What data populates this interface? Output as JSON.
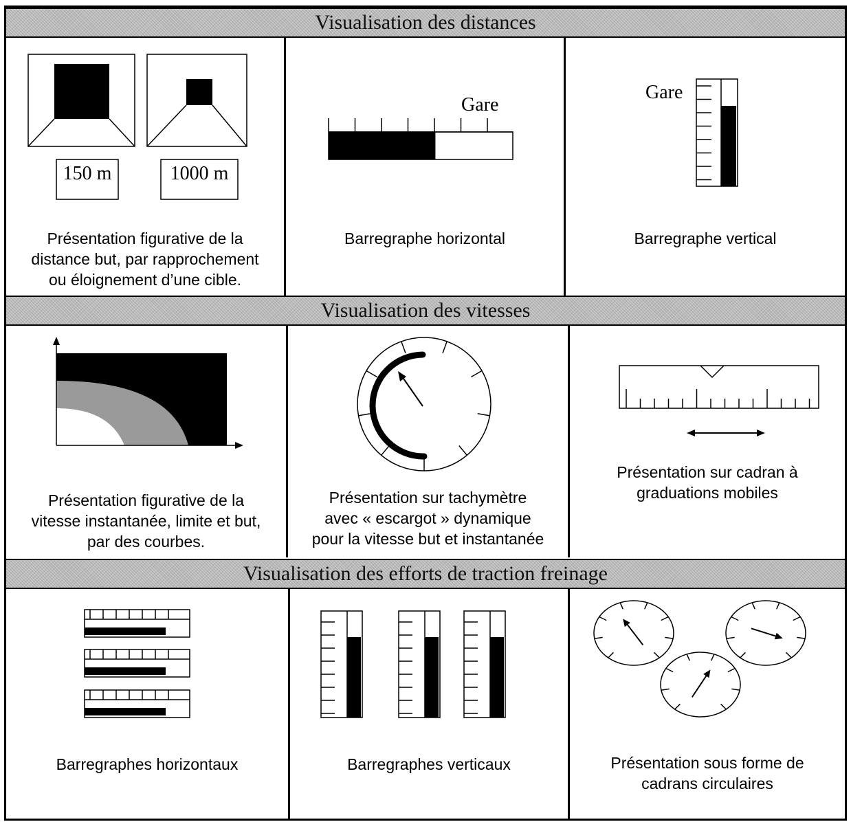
{
  "sections": [
    {
      "title": "Visualisation des distances",
      "cells": [
        {
          "caption_lines": [
            "Présentation figurative de la",
            "distance but, par rapprochement",
            "ou éloignement d’une cible."
          ],
          "distance_near": "150 m",
          "distance_far": "1000 m"
        },
        {
          "caption_lines": [
            "Barregraphe horizontal"
          ],
          "marker_label": "Gare",
          "fill_fraction": 0.58
        },
        {
          "caption_lines": [
            "Barregraphe vertical"
          ],
          "marker_label": "Gare",
          "fill_fraction": 0.75
        }
      ]
    },
    {
      "title": "Visualisation des vitesses",
      "cells": [
        {
          "caption_lines": [
            "Présentation figurative de la",
            "vitesse instantanée, limite et but,",
            "par des courbes."
          ]
        },
        {
          "caption_lines": [
            "Présentation sur tachymètre",
            "avec « escargot » dynamique",
            "pour la vitesse but et instantanée"
          ]
        },
        {
          "caption_lines": [
            "Présentation sur cadran à",
            "graduations mobiles"
          ]
        }
      ]
    },
    {
      "title": "Visualisation des efforts de traction freinage",
      "cells": [
        {
          "caption_lines": [
            "Barregraphes horizontaux"
          ]
        },
        {
          "caption_lines": [
            "Barregraphes verticaux"
          ]
        },
        {
          "caption_lines": [
            "Présentation sous forme de",
            "cadrans circulaires"
          ]
        }
      ]
    }
  ],
  "colors": {
    "ink": "#000000",
    "header_bg": "#b7b7b7",
    "mid_gray": "#999999"
  }
}
